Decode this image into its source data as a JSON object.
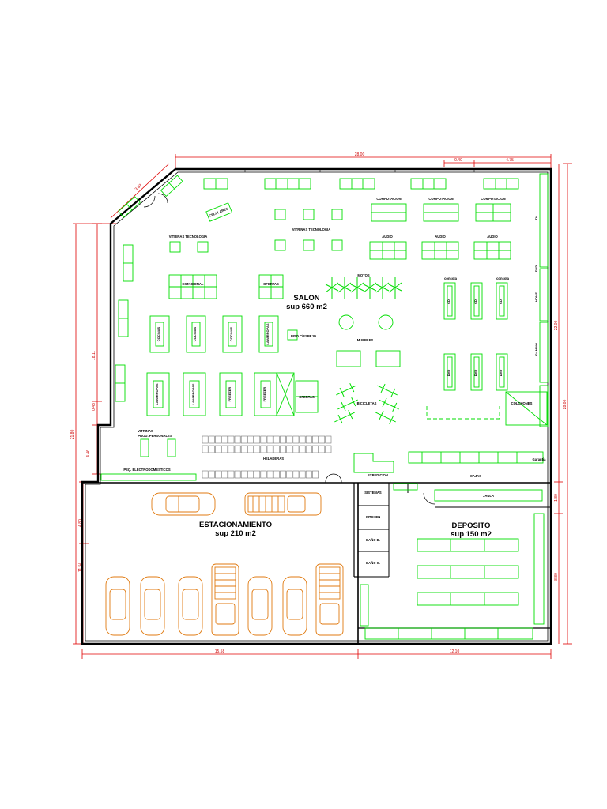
{
  "labels": {
    "salon_title": "SALON",
    "salon_area": "sup 660 m2",
    "estacionamiento_title": "ESTACIONAMIENTO",
    "estacionamiento_area": "sup 210 m2",
    "deposito_title": "DEPOSITO",
    "deposito_area": "sup 150 m2",
    "vitrinas_tecnologia_left": "VITRINAS TECNOLOGIA",
    "vitrinas_tecnologia_center": "VITRINAS TECNOLOGIA",
    "celulares": "CELULARES",
    "computacion_1": "COMPUTACION",
    "computacion_2": "COMPUTACION",
    "computacion_3": "COMPUTACION",
    "audio_1": "AUDIO",
    "audio_2": "AUDIO",
    "audio_3": "AUDIO",
    "estacional": "ESTACIONAL",
    "ofertas_top": "OFERTAS",
    "ofertas_bottom": "OFERTAS",
    "motos": "MOTOS",
    "muebles": "MUEBLES",
    "bicicletas": "BICICLETAS",
    "piso_c_espejo": "PISO C/ESPEJO",
    "cocinas_1": "COCINAS",
    "cocinas_2": "COCINAS",
    "cocinas_3": "COCINAS",
    "lavarropas_top": "LAVARROPAS",
    "lavarropas_1": "LAVARROPAS",
    "lavarropas_2": "LAVARROPAS",
    "freezer_1": "FREEZER",
    "freezer_2": "FREEZER",
    "vitrinas_prod_1": "VITRINAS",
    "vitrinas_prod_2": "PROD. PERSONALES",
    "heladeras": "HELADERAS",
    "peq_electro": "PEQ. ELECTRODOMESTICOS",
    "expedicion": "EXPEDICION",
    "cajas": "CAJAS",
    "garantia": "Garantia",
    "sistemas": "SISTEMAS",
    "kitchen": "KITCHEN",
    "bano_d": "BAÑO D.",
    "bano_c": "BAÑO C.",
    "jaula": "JAULA",
    "cd_1": "CD",
    "cd_2": "CD",
    "cd_3": "CD",
    "dvd_1": "DVD",
    "dvd_2": "DVD",
    "dvd_3": "DVD",
    "tv": "TV",
    "dvd_right": "DVD",
    "home": "HOME",
    "gaming": "GAMING",
    "consola_1": "consola",
    "consola_2": "consola",
    "colchones": "COLCHONES"
  },
  "dimensions": {
    "top_total": "28.00",
    "top_mid": "0.40",
    "top_right": "4.75",
    "diag": "3.83",
    "left_outer": "21.80",
    "left_upper": "18.11",
    "left_mid_a": "0.48",
    "left_mid_b": "4.46",
    "left_lower_a": "4.80",
    "left_lower_b": "11.54",
    "right_outer": "28.00",
    "right_upper": "22.00",
    "right_mid": "1.80",
    "right_lower": "8.80",
    "bottom_left": "15.58",
    "bottom_right": "12.10"
  },
  "colors": {
    "walls": "#000000",
    "fixtures": "#00dd00",
    "vehicles": "#e07a10",
    "dimensions": "#e00000"
  }
}
